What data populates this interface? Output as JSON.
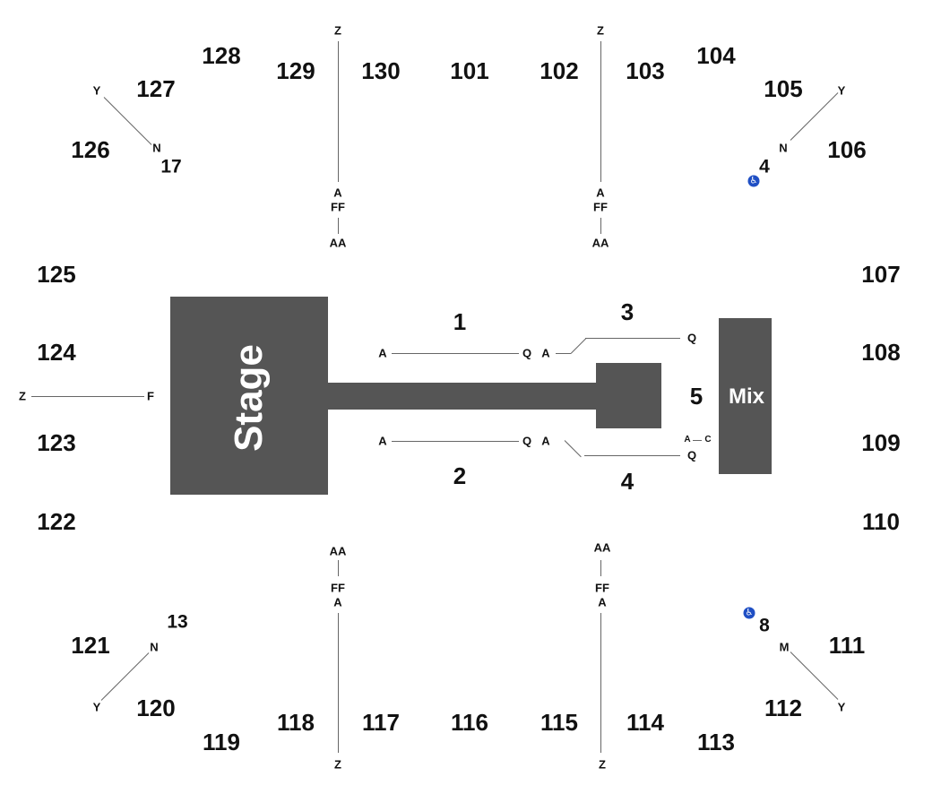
{
  "map": {
    "stage_label": "Stage",
    "mix_label": "Mix",
    "accessible_icon": "wheelchair-icon",
    "sections": [
      {
        "id": "128",
        "label": "128"
      },
      {
        "id": "129",
        "label": "129"
      },
      {
        "id": "130",
        "label": "130"
      },
      {
        "id": "101",
        "label": "101"
      },
      {
        "id": "102",
        "label": "102"
      },
      {
        "id": "103",
        "label": "103"
      },
      {
        "id": "104",
        "label": "104"
      },
      {
        "id": "105",
        "label": "105"
      },
      {
        "id": "106",
        "label": "106"
      },
      {
        "id": "127",
        "label": "127"
      },
      {
        "id": "126",
        "label": "126"
      },
      {
        "id": "125",
        "label": "125"
      },
      {
        "id": "124",
        "label": "124"
      },
      {
        "id": "123",
        "label": "123"
      },
      {
        "id": "122",
        "label": "122"
      },
      {
        "id": "107",
        "label": "107"
      },
      {
        "id": "108",
        "label": "108"
      },
      {
        "id": "109",
        "label": "109"
      },
      {
        "id": "110",
        "label": "110"
      },
      {
        "id": "121",
        "label": "121"
      },
      {
        "id": "120",
        "label": "120"
      },
      {
        "id": "119",
        "label": "119"
      },
      {
        "id": "118",
        "label": "118"
      },
      {
        "id": "117",
        "label": "117"
      },
      {
        "id": "116",
        "label": "116"
      },
      {
        "id": "115",
        "label": "115"
      },
      {
        "id": "114",
        "label": "114"
      },
      {
        "id": "113",
        "label": "113"
      },
      {
        "id": "112",
        "label": "112"
      },
      {
        "id": "111",
        "label": "111"
      },
      {
        "id": "floor-1",
        "label": "1"
      },
      {
        "id": "floor-2",
        "label": "2"
      },
      {
        "id": "floor-3",
        "label": "3"
      },
      {
        "id": "floor-4",
        "label": "4"
      },
      {
        "id": "floor-5",
        "label": "5"
      },
      {
        "id": "acc-17",
        "label": "17"
      },
      {
        "id": "acc-4",
        "label": "4"
      },
      {
        "id": "acc-13",
        "label": "13"
      },
      {
        "id": "acc-8",
        "label": "8"
      }
    ],
    "row_labels": [
      {
        "id": "r1",
        "label": "Z"
      },
      {
        "id": "r2",
        "label": "A"
      },
      {
        "id": "r3",
        "label": "FF"
      },
      {
        "id": "r4",
        "label": "AA"
      },
      {
        "id": "r5",
        "label": "Z"
      },
      {
        "id": "r6",
        "label": "A"
      },
      {
        "id": "r7",
        "label": "FF"
      },
      {
        "id": "r8",
        "label": "AA"
      },
      {
        "id": "r9",
        "label": "Y"
      },
      {
        "id": "r10",
        "label": "N"
      },
      {
        "id": "r11",
        "label": "Y"
      },
      {
        "id": "r12",
        "label": "N"
      },
      {
        "id": "r13",
        "label": "Z"
      },
      {
        "id": "r14",
        "label": "F"
      },
      {
        "id": "r15",
        "label": "A"
      },
      {
        "id": "r16",
        "label": "Q"
      },
      {
        "id": "r17",
        "label": "A"
      },
      {
        "id": "r18",
        "label": "Q"
      },
      {
        "id": "r19",
        "label": "A"
      },
      {
        "id": "r20",
        "label": "Q"
      },
      {
        "id": "r21",
        "label": "A"
      },
      {
        "id": "r22",
        "label": "Q"
      },
      {
        "id": "r23",
        "label": "A"
      },
      {
        "id": "r24",
        "label": "C"
      },
      {
        "id": "r25",
        "label": "AA"
      },
      {
        "id": "r26",
        "label": "FF"
      },
      {
        "id": "r27",
        "label": "A"
      },
      {
        "id": "r28",
        "label": "Z"
      },
      {
        "id": "r29",
        "label": "AA"
      },
      {
        "id": "r30",
        "label": "FF"
      },
      {
        "id": "r31",
        "label": "A"
      },
      {
        "id": "r32",
        "label": "Z"
      },
      {
        "id": "r33",
        "label": "N"
      },
      {
        "id": "r34",
        "label": "Y"
      },
      {
        "id": "r35",
        "label": "M"
      },
      {
        "id": "r36",
        "label": "Y"
      }
    ]
  }
}
